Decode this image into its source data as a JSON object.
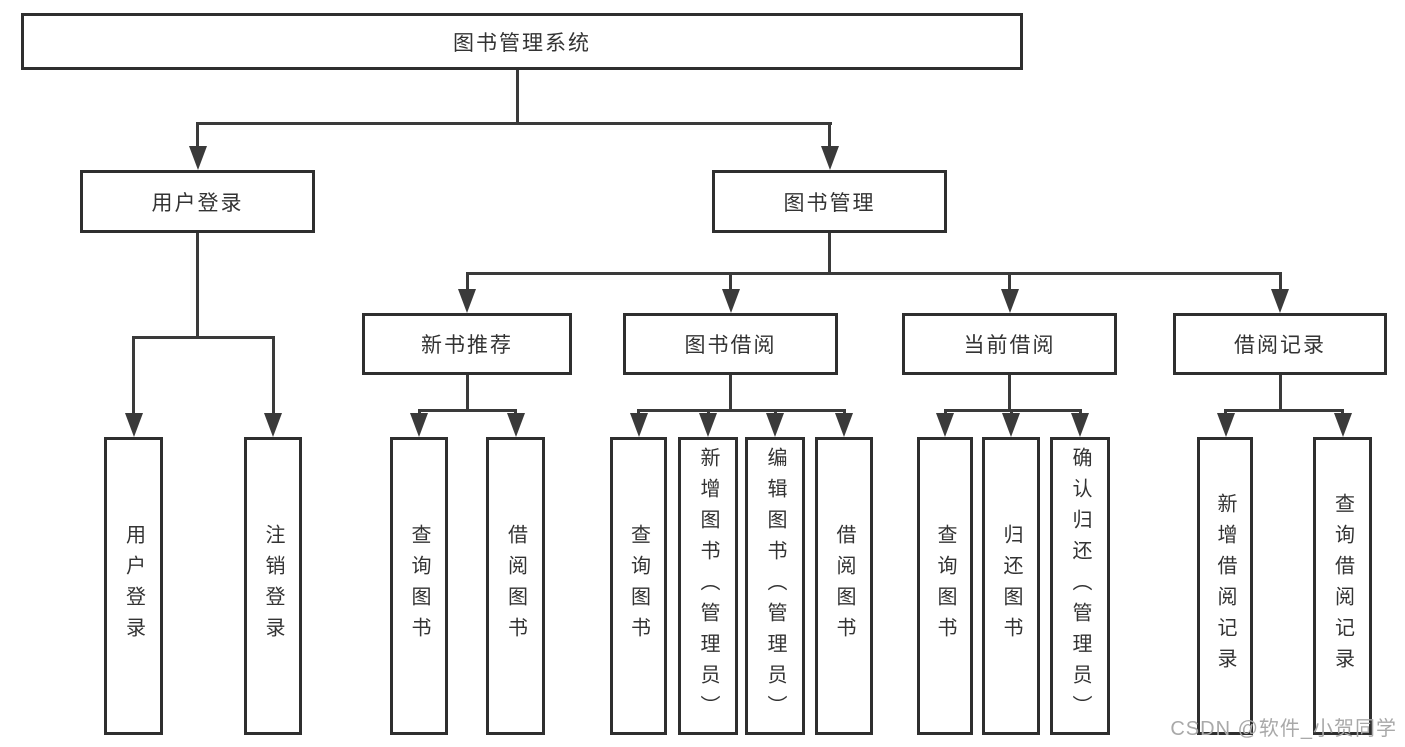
{
  "page": {
    "background_color": "#ffffff",
    "box_border_color": "#2f2f2f",
    "line_color": "#3a3a3a",
    "text_color": "#333333",
    "watermark_color": "#a9a9a9"
  },
  "tree": {
    "label": "图书管理系统",
    "children": [
      {
        "label": "用户登录",
        "children": [
          {
            "label": "用户登录"
          },
          {
            "label": "注销登录"
          }
        ]
      },
      {
        "label": "图书管理",
        "children": [
          {
            "label": "新书推荐",
            "children": [
              {
                "label": "查询图书"
              },
              {
                "label": "借阅图书"
              }
            ]
          },
          {
            "label": "图书借阅",
            "children": [
              {
                "label": "查询图书"
              },
              {
                "label": "新增图书（管理员）"
              },
              {
                "label": "编辑图书（管理员）"
              },
              {
                "label": "借阅图书"
              }
            ]
          },
          {
            "label": "当前借阅",
            "children": [
              {
                "label": "查询图书"
              },
              {
                "label": "归还图书"
              },
              {
                "label": "确认归还（管理员）"
              }
            ]
          },
          {
            "label": "借阅记录",
            "children": [
              {
                "label": "新增借阅记录"
              },
              {
                "label": "查询借阅记录"
              }
            ]
          }
        ]
      }
    ]
  },
  "watermark": "CSDN @软件_小贺同学"
}
